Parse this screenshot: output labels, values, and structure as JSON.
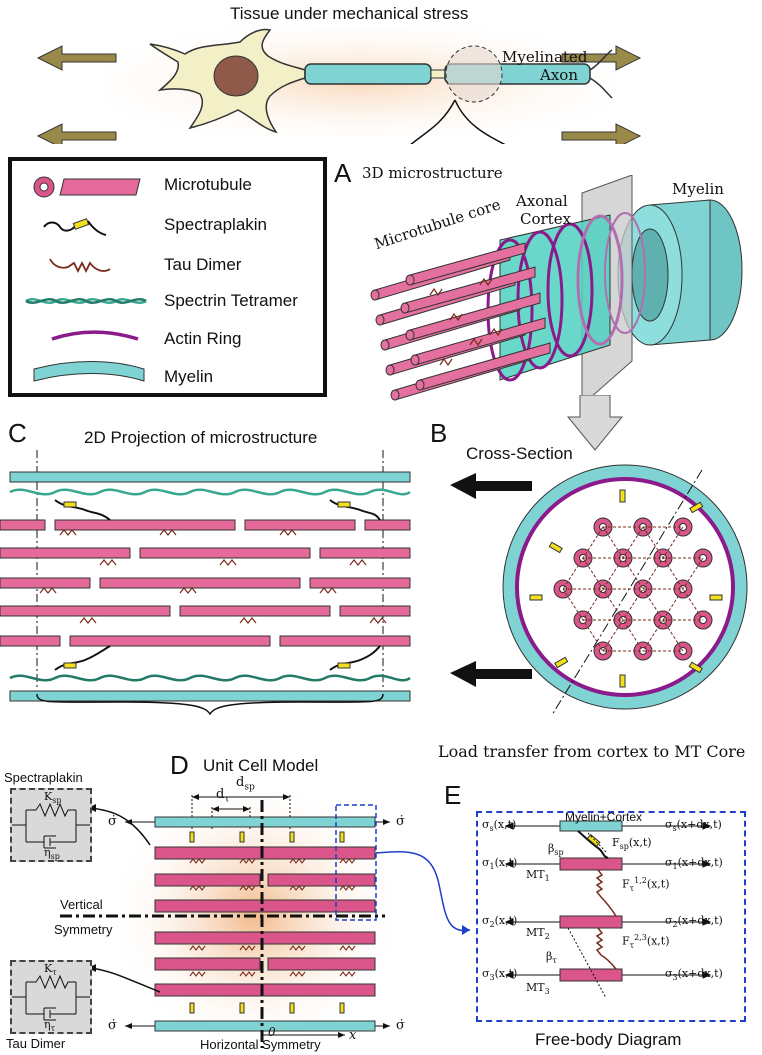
{
  "header": {
    "title": "Tissue under mechanical stress",
    "axon_label_line1": "Myelinated",
    "axon_label_line2": "Axon"
  },
  "legend": {
    "items": [
      {
        "label": "Microtubule",
        "icon": "microtubule-icon"
      },
      {
        "label": "Spectraplakin",
        "icon": "spectraplakin-icon"
      },
      {
        "label": "Tau Dimer",
        "icon": "tau-dimer-icon"
      },
      {
        "label": "Spectrin Tetramer",
        "icon": "spectrin-tetramer-icon"
      },
      {
        "label": "Actin Ring",
        "icon": "actin-ring-icon"
      },
      {
        "label": "Myelin",
        "icon": "myelin-icon"
      }
    ]
  },
  "panel_a": {
    "letter": "A",
    "title": "3D microstructure",
    "myelin": "Myelin",
    "cortex_line1": "Axonal",
    "cortex_line2": "Cortex",
    "core": "Microtubule core"
  },
  "panel_b": {
    "letter": "B",
    "title": "Cross-Section",
    "caption": "Load transfer from cortex to MT Core"
  },
  "panel_c": {
    "letter": "C",
    "title": "2D Projection of microstructure"
  },
  "panel_d": {
    "letter": "D",
    "title": "Unit Cell Model",
    "d_sp": "d",
    "d_sp_sub": "sp",
    "d_tau": "d",
    "d_tau_sub": "τ",
    "vertical_line1": "Vertical",
    "vertical_line2": "Symmetry",
    "horizontal": "Horizontal Symmetry",
    "origin": "0",
    "x_axis": "x",
    "sigma_dot": "σ̇",
    "spectraplakin_box": {
      "title": "Spectraplakin",
      "k": "K",
      "k_sub": "sp",
      "eta": "η",
      "eta_sub": "sp"
    },
    "tau_box": {
      "title": "Tau Dimer",
      "k": "K",
      "k_sub": "τ",
      "eta": "η",
      "eta_sub": "τ"
    }
  },
  "panel_e": {
    "letter": "E",
    "title": "Myelin+Cortex",
    "caption": "Free-body Diagram",
    "labels": {
      "s_left": "σ",
      "s_left_sub": "s",
      "s_left_arg": "(x,t)",
      "s_right": "σ",
      "s_right_sub": "s",
      "s_right_arg": "(x+dx,t)",
      "f_sp": "F",
      "f_sp_sub": "sp",
      "f_sp_arg": "(x,t)",
      "beta_sp": "β",
      "beta_sp_sub": "sp",
      "s1_left": "σ",
      "s1_left_sub": "1",
      "s1_left_arg": "(x,t)",
      "s1_right": "σ",
      "s1_right_sub": "1",
      "s1_right_arg": "(x+dx,t)",
      "mt1": "MT",
      "mt1_sub": "1",
      "f12": "F",
      "f12_sub": "τ",
      "f12_sup": "1,2",
      "f12_arg": "(x,t)",
      "s2_left": "σ",
      "s2_left_sub": "2",
      "s2_left_arg": "(x,t)",
      "s2_right": "σ",
      "s2_right_sub": "2",
      "s2_right_arg": "(x+dx,t)",
      "mt2": "MT",
      "mt2_sub": "2",
      "f23": "F",
      "f23_sub": "τ",
      "f23_sup": "2,3",
      "f23_arg": "(x,t)",
      "beta_tau": "β",
      "beta_tau_sub": "τ",
      "s3_left": "σ",
      "s3_left_sub": "3",
      "s3_left_arg": "(x,t)",
      "s3_right": "σ",
      "s3_right_sub": "3",
      "s3_right_arg": "(x+dx,t)",
      "mt3": "MT",
      "mt3_sub": "3"
    }
  },
  "colors": {
    "myelin": "#7fd3d3",
    "microtubule": "#d9558a",
    "actin": "#8b1a8b",
    "spectraplakin": "#f2e01e",
    "tau": "#7a2a1a",
    "spectrin": "#3aa890",
    "glow": "#f6c9a0"
  }
}
